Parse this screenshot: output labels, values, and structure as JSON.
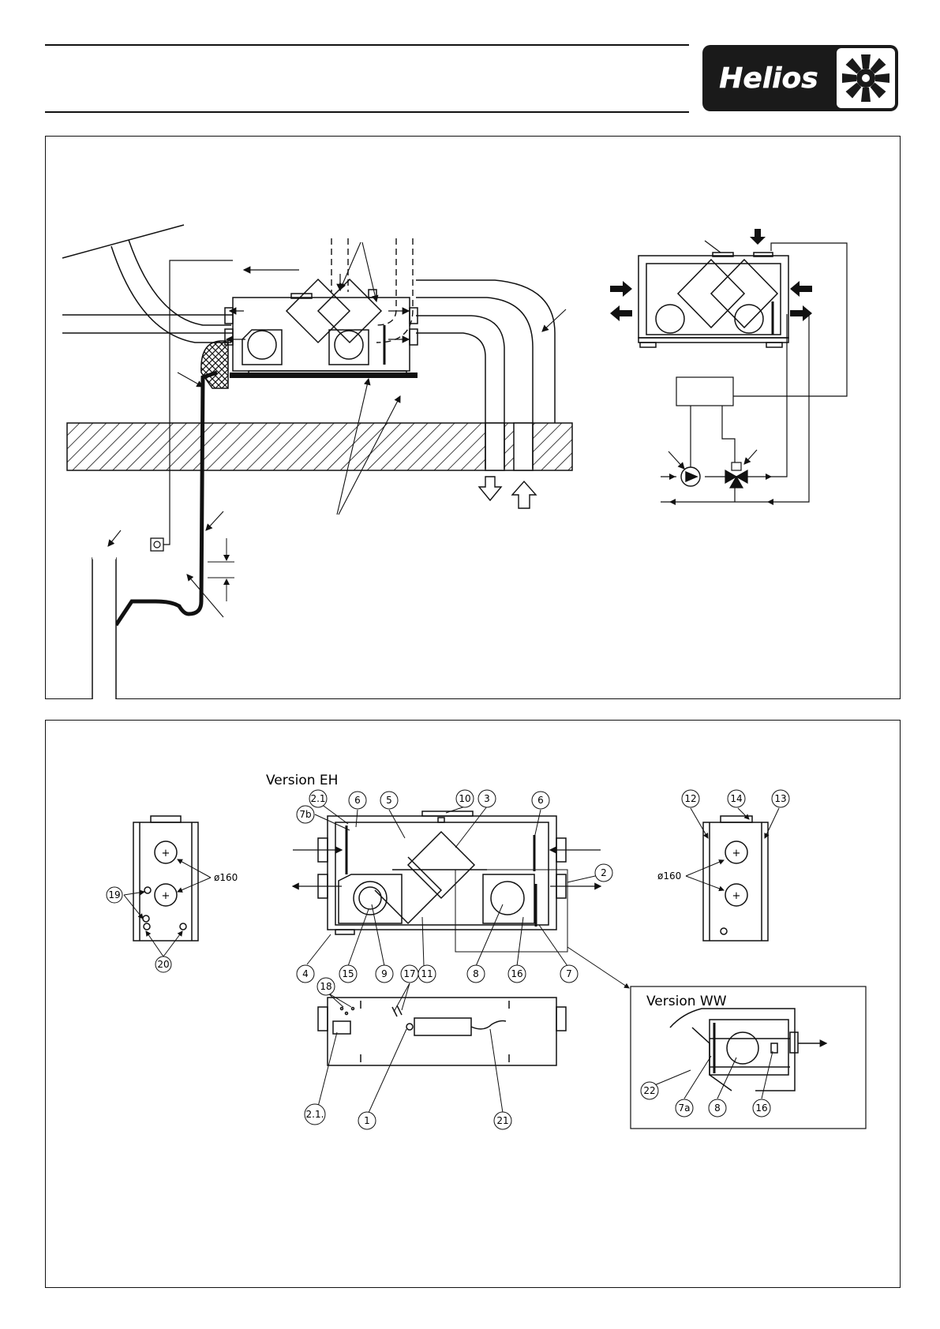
{
  "logo": {
    "text": "Helios",
    "icon": "fan-wheel-icon"
  },
  "figure2": {
    "version_eh_label": "Version EH",
    "version_ww_label": "Version WW",
    "diameter_front": "ø160",
    "diameter_side": "ø160",
    "callouts": {
      "c2_1_top": "2.1",
      "c2_1_bottom": "2.1.",
      "c7b": "7b",
      "c6_left": "6",
      "c5": "5",
      "c10": "10",
      "c3": "3",
      "c6_right": "6",
      "c2": "2",
      "c4": "4",
      "c15": "15",
      "c9": "9",
      "c17": "17",
      "c11": "11",
      "c8": "8",
      "c16": "16",
      "c7": "7",
      "c18": "18",
      "c1": "1",
      "c21": "21",
      "c19": "19",
      "c20": "20",
      "c12": "12",
      "c14": "14",
      "c13": "13",
      "c22": "22",
      "c7a": "7a",
      "c8_ww": "8",
      "c16_ww": "16"
    }
  }
}
